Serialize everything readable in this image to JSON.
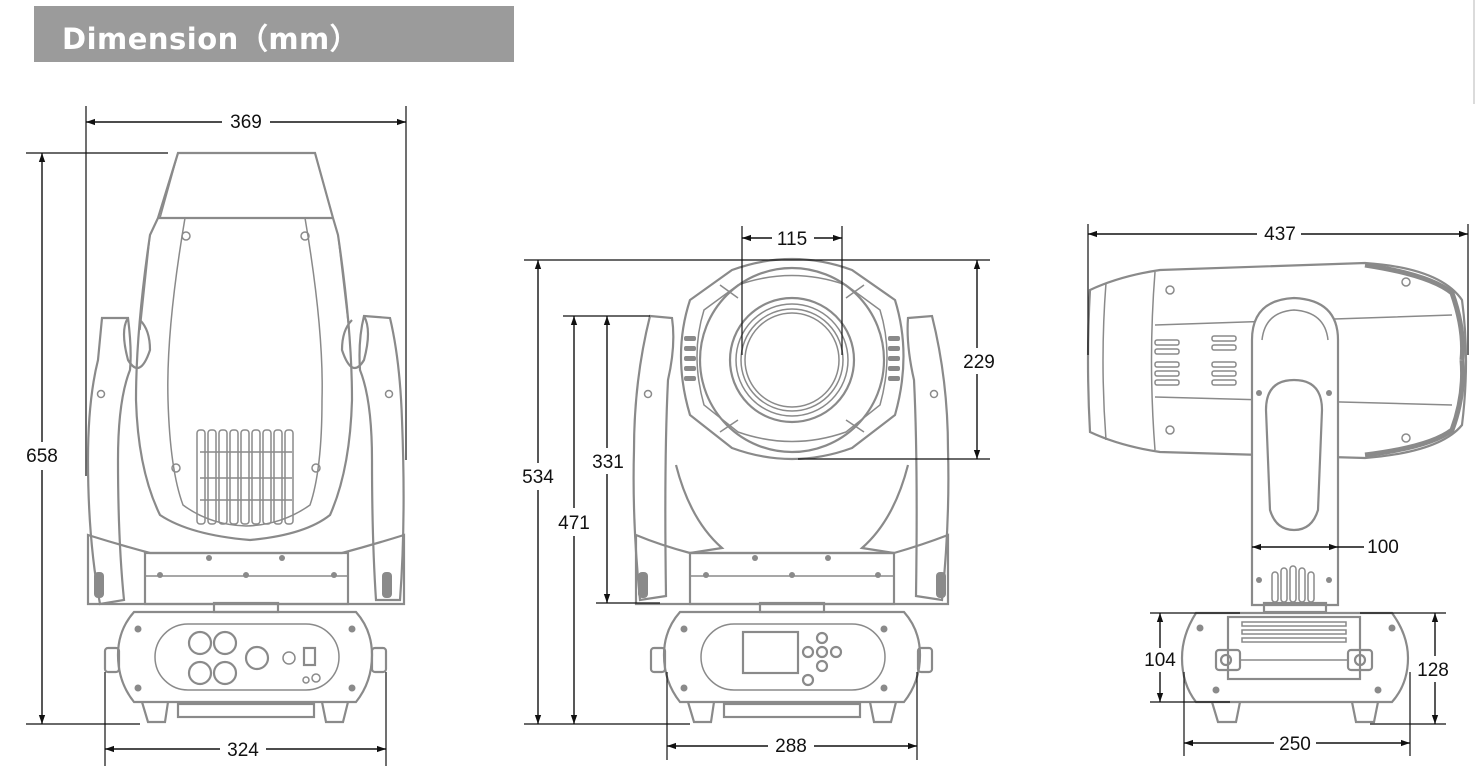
{
  "header": {
    "title": "Dimension（mm）"
  },
  "front_view": {
    "width_top": "369",
    "height_total": "658",
    "base_width": "324"
  },
  "side_view": {
    "lens_diameter": "115",
    "height_total": "534",
    "height_head_opening": "229",
    "height_arm": "331",
    "height_to_axis": "471",
    "base_width": "288"
  },
  "top_view": {
    "head_length": "437",
    "arm_width": "100",
    "base_height_inner": "104",
    "base_height_outer": "128",
    "base_width": "250"
  },
  "colors": {
    "header_bg": "#9b9b9b",
    "header_text": "#ffffff",
    "drawing_line": "#8a8a8a",
    "dimension_line": "#111111"
  }
}
